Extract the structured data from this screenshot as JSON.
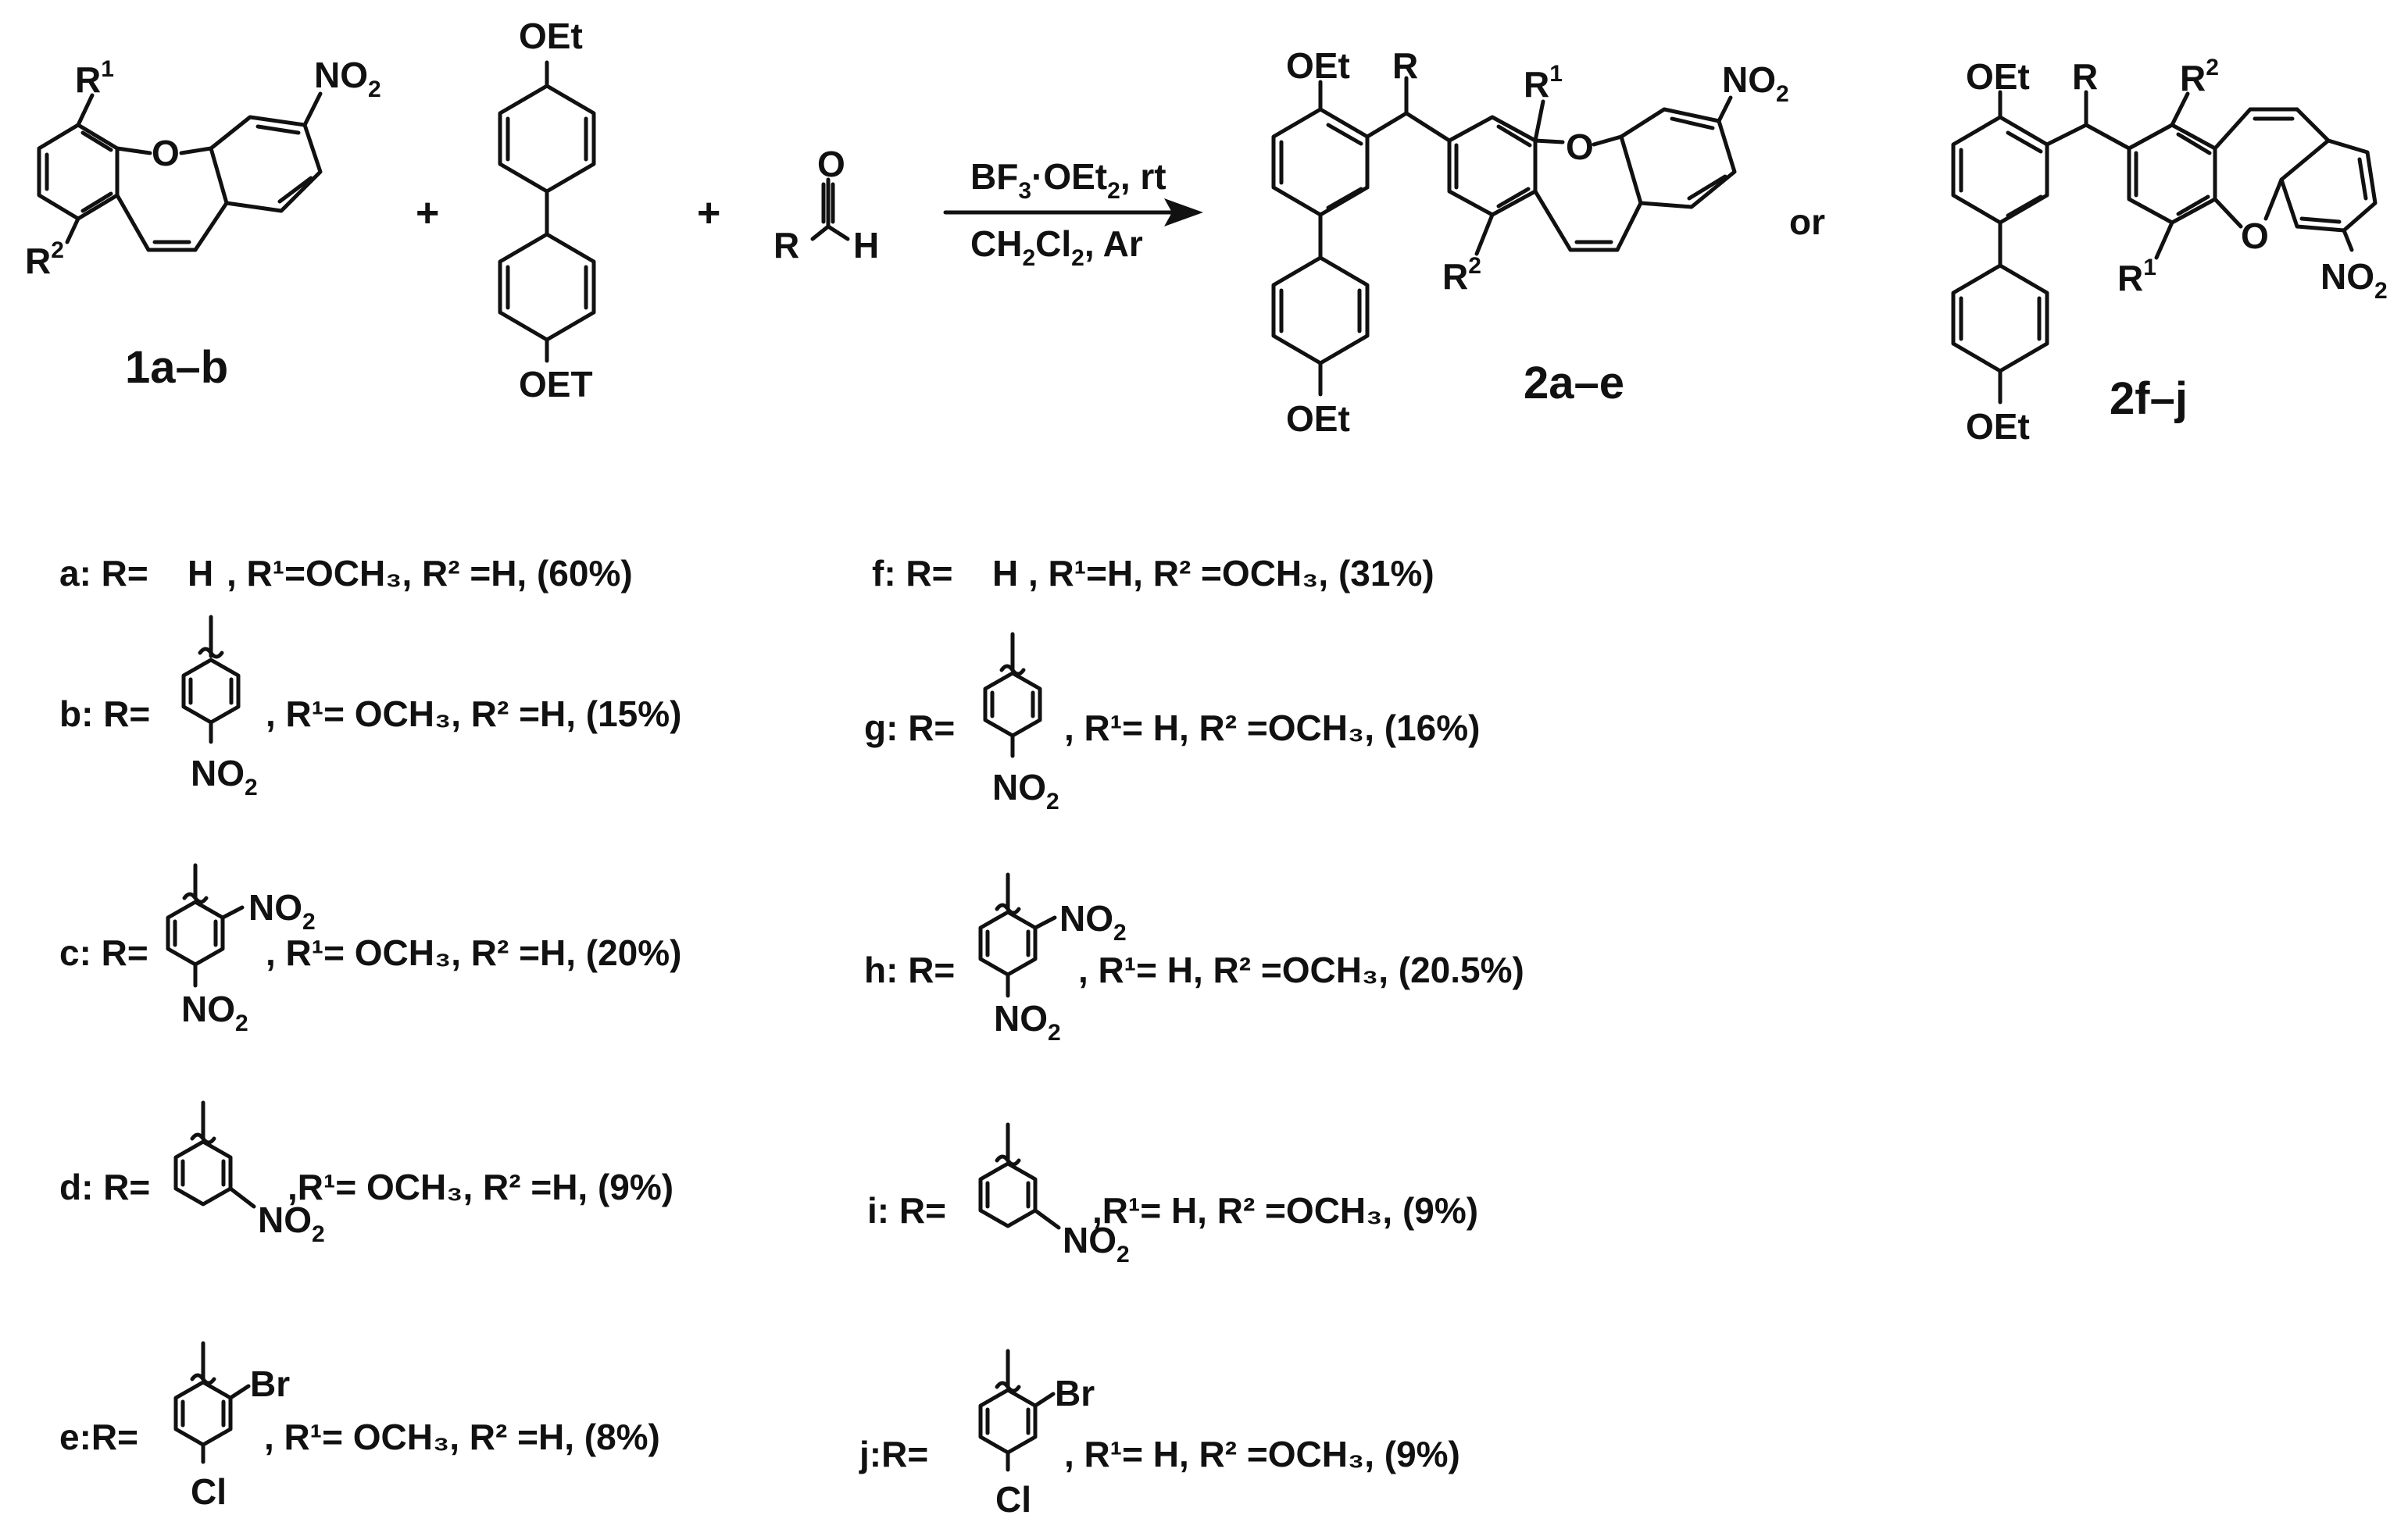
{
  "labels": {
    "R1": "R",
    "R1_sup": "1",
    "R2": "R",
    "R2_sup": "2",
    "R": "R",
    "O": "O",
    "H": "H",
    "NO2": "NO",
    "NO2_sub": "2",
    "OEt": "OEt",
    "OET": "OET",
    "plus": "+",
    "or": "or",
    "Br": "Br",
    "Cl": "Cl"
  },
  "compounds": {
    "sm": "1a–b",
    "product1": "2a–e",
    "product2": "2f–j"
  },
  "conditions": {
    "above_a": "BF",
    "above_sub1": "3",
    "above_b": "·OEt",
    "above_sub2": "2",
    "above_c": ", rt",
    "below_a": "CH",
    "below_sub1": "2",
    "below_b": "Cl",
    "below_sub2": "2",
    "below_c": ", Ar"
  },
  "entries_left": [
    {
      "prefix": "a: R=",
      "r_text": "H",
      "r_icon": "none",
      "rest": ",  R¹=OCH₃, R² =H, (60%)"
    },
    {
      "prefix": "b: R=",
      "r_icon": "4-nitrophenyl",
      "rest": ",  R¹= OCH₃, R² =H, (15%)"
    },
    {
      "prefix": "c: R=",
      "r_icon": "2,4-dinitrophenyl",
      "rest": ",  R¹= OCH₃, R² =H, (20%)"
    },
    {
      "prefix": "d: R=",
      "r_icon": "3-nitrophenyl",
      "rest": ",R¹= OCH₃, R² =H, (9%)"
    },
    {
      "prefix": "e:R=",
      "r_icon": "2-bromo-4-chlorophenyl",
      "rest": ",  R¹= OCH₃, R² =H, (8%)"
    }
  ],
  "entries_right": [
    {
      "prefix": "f: R=",
      "r_text": "H",
      "r_icon": "none",
      "rest": ",  R¹=H, R² =OCH₃, (31%)"
    },
    {
      "prefix": "g: R=",
      "r_icon": "4-nitrophenyl",
      "rest": ",  R¹= H, R² =OCH₃, (16%)"
    },
    {
      "prefix": "h: R=",
      "r_icon": "2,4-dinitrophenyl",
      "rest": ",  R¹= H, R² =OCH₃, (20.5%)"
    },
    {
      "prefix": "i: R=",
      "r_icon": "3-nitrophenyl",
      "rest": ",R¹= H, R² =OCH₃, (9%)"
    },
    {
      "prefix": "j:R=",
      "r_icon": "2-bromo-4-chlorophenyl",
      "rest": ",  R¹= H, R² =OCH₃, (9%)"
    }
  ]
}
